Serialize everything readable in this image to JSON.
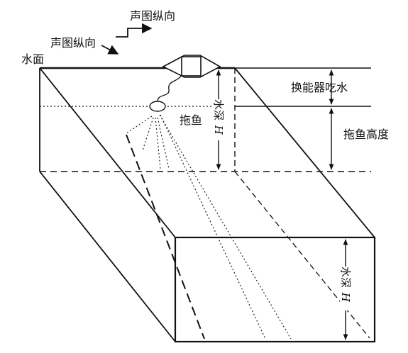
{
  "labels": {
    "sonar_longitudinal_top": "声图纵向",
    "sonar_longitudinal_left": "声图纵向",
    "water_surface": "水面",
    "transducer_draft": "换能器吃水",
    "towfish": "拖鱼",
    "towfish_height": "拖鱼高度",
    "water_depth": "水深",
    "depth_symbol": "H"
  },
  "colors": {
    "line": "#111111",
    "background": "#ffffff"
  }
}
